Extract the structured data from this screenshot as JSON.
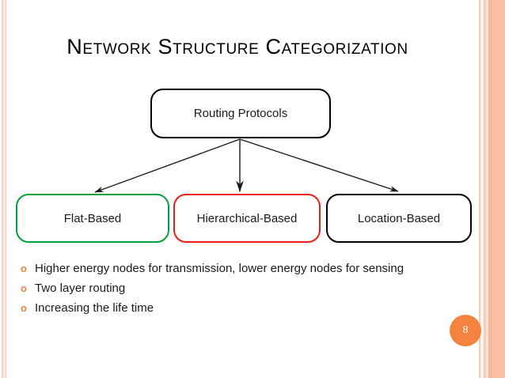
{
  "slide": {
    "title": "Network Structure Categorization",
    "page_number": "8",
    "background_color": "#ffffff",
    "accent_color": "#f5833f",
    "edge_bar_color": "#f9bfa2"
  },
  "diagram": {
    "root": {
      "label": "Routing Protocols",
      "border_color": "#000000"
    },
    "children": [
      {
        "label": "Flat-Based",
        "border_color": "#00a03c"
      },
      {
        "label": "Hierarchical-Based",
        "border_color": "#ee1c14"
      },
      {
        "label": "Location-Based",
        "border_color": "#000000"
      }
    ],
    "connector_color": "#1a1a1a"
  },
  "bullets": {
    "marker": "o",
    "marker_color": "#e8823c",
    "items": [
      "Higher energy nodes for transmission, lower energy nodes for sensing",
      "Two layer routing",
      "Increasing the life time"
    ]
  }
}
